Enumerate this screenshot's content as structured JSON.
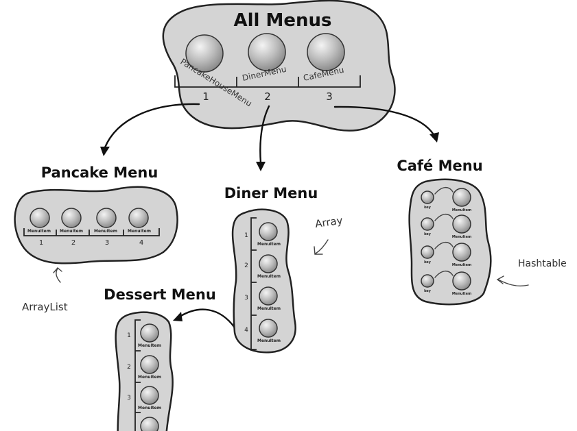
{
  "titles": {
    "all_menus": "All Menus",
    "pancake": "Pancake Menu",
    "diner": "Diner Menu",
    "cafe": "Café Menu",
    "dessert": "Dessert Menu"
  },
  "all_menus": {
    "items": [
      "PancakeHouseMenu",
      "DinerMenu",
      "CafeMenu"
    ],
    "indices": [
      "1",
      "2",
      "3"
    ]
  },
  "pancake": {
    "item_label": "MenuItem",
    "indices": [
      "1",
      "2",
      "3",
      "4"
    ]
  },
  "diner": {
    "item_label": "MenuItem",
    "indices": [
      "1",
      "2",
      "3",
      "4"
    ]
  },
  "dessert": {
    "item_label": "MenuItem",
    "indices": [
      "1",
      "2",
      "3"
    ]
  },
  "cafe": {
    "key_label": "key",
    "item_label": "MenuItem"
  },
  "annotations": {
    "array": "Array",
    "arraylist": "ArrayList",
    "hashtable": "Hashtable"
  }
}
